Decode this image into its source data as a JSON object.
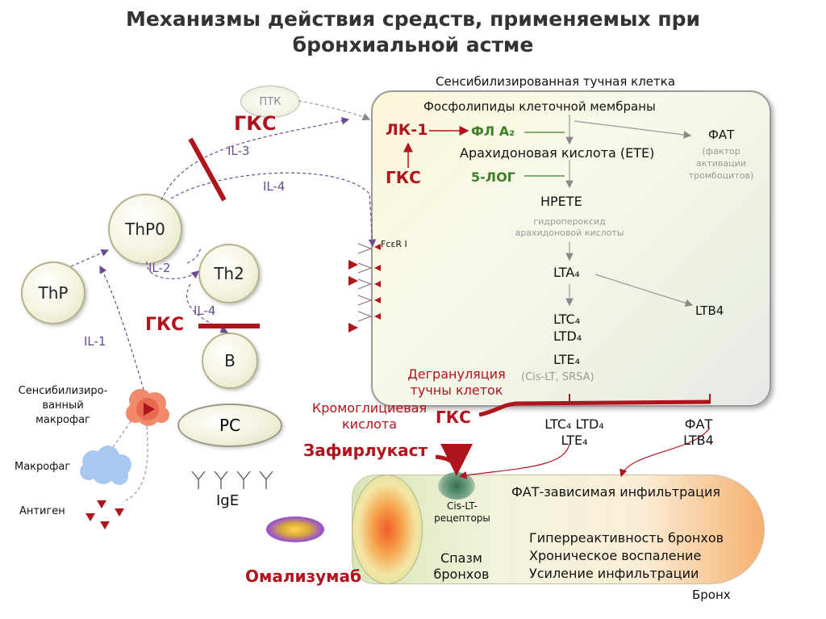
{
  "title": {
    "line1": "Механизмы действия средств, применяемых при",
    "line2": "бронхиальной астме"
  },
  "mast_cell": {
    "label": "Сенсибилизированная тучная клетка",
    "membrane": "Фосфолипиды клеточной мембраны",
    "lk1": "ЛК-1",
    "fla2": "ФЛ А₂",
    "gks_inside": "ГКС",
    "arachidonic": "Арахидоновая кислота (ЕТЕ)",
    "lox5": "5-ЛОГ",
    "hpete": "HPETE",
    "hpete_desc_1": "гидропероксид",
    "hpete_desc_2": "арахидоновой кислоты",
    "fat": "ФАТ",
    "fat_desc_1": "(фактор",
    "fat_desc_2": "активации",
    "fat_desc_3": "тромбоцитов)",
    "lta4": "LTA₄",
    "ltb4": "LTB4",
    "ltc4": "LTC₄",
    "ltd4": "LTD₄",
    "lte4": "LTE₄",
    "cis_lt": "(Cis-LT, SRSA)",
    "fceri": "FcεR I"
  },
  "cells": {
    "ptk": "ПТК",
    "thp0": "ThP0",
    "thp": "ThP",
    "th2": "Th2",
    "b": "B",
    "pc": "PC"
  },
  "cytokines": {
    "il3": "IL-3",
    "il4_top": "IL-4",
    "il2": "IL-2",
    "il4_low": "IL-4",
    "il1": "IL-1"
  },
  "drugs": {
    "gks_top": "ГКС",
    "gks_b": "ГКС",
    "gks_bottom": "ГКС",
    "cromo_1": "Кромоглициевая",
    "cromo_2": "кислота",
    "zafir": "Зафирлукаст",
    "omal": "Омализумаб"
  },
  "degranulation": {
    "line1": "Дегрануляция",
    "line2": "тучны клеток"
  },
  "released": {
    "left_1": "LTC₄ LTD₄",
    "left_2": "LTE₄",
    "right_1": "ФАТ",
    "right_2": "LTB4"
  },
  "left_panel": {
    "sens_macro_1": "Сенсибилизиро-",
    "sens_macro_2": "ванный",
    "sens_macro_3": "макрофаг",
    "macrophage": "Макрофаг",
    "antigen": "Антиген",
    "ige": "IgE"
  },
  "bronchus": {
    "fat_infiltration": "ФАТ-зависимая инфильтрация",
    "receptors_1": "Cis-LT-",
    "receptors_2": "рецепторы",
    "spasm_1": "Спазм",
    "spasm_2": "бронхов",
    "effect1": "Гиперреактивность бронхов",
    "effect2": "Хроническое воспаление",
    "effect3": "Усиление инфильтрации",
    "label": "Бронх"
  },
  "colors": {
    "drug_red": "#b0141c",
    "enzyme_green": "#3f7f2a",
    "cytokine_purple": "#6a4c93"
  }
}
